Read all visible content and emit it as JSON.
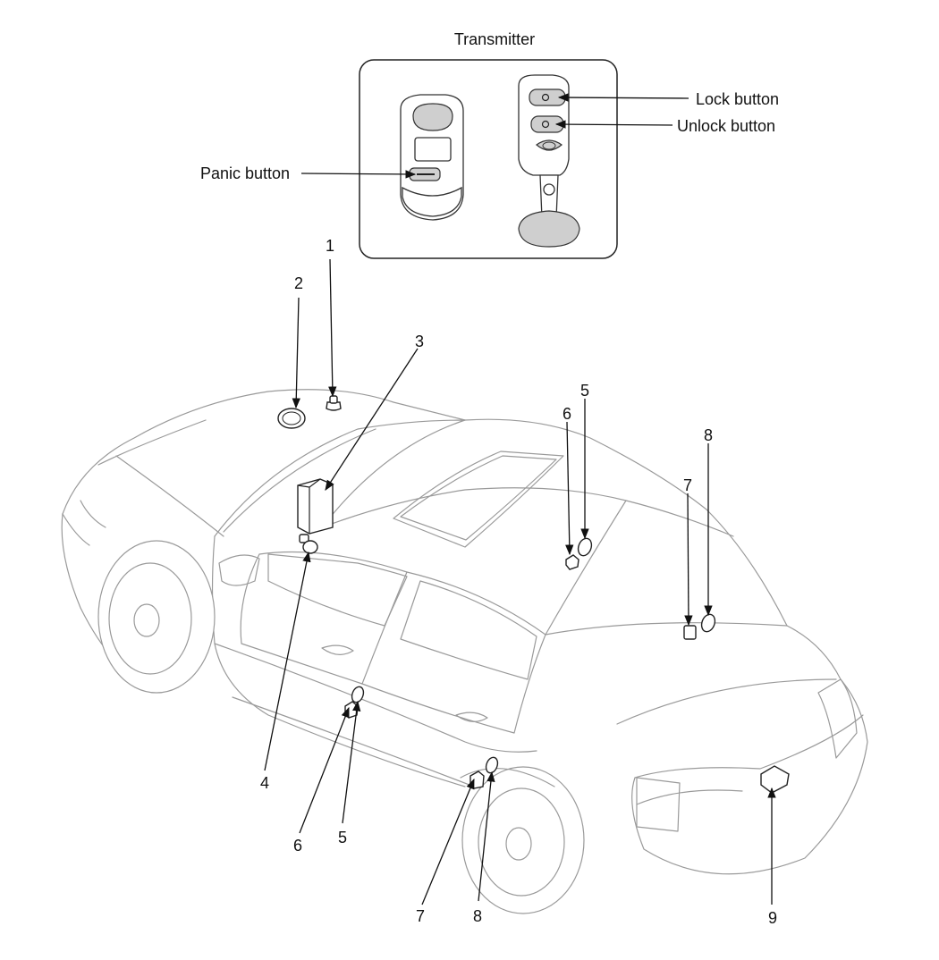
{
  "transmitter": {
    "title": "Transmitter",
    "lock_label": "Lock button",
    "unlock_label": "Unlock button",
    "panic_label": "Panic button"
  },
  "callouts": [
    "1",
    "2",
    "3",
    "4",
    "5",
    "6",
    "5",
    "6",
    "7",
    "8",
    "7",
    "8",
    "9"
  ]
}
